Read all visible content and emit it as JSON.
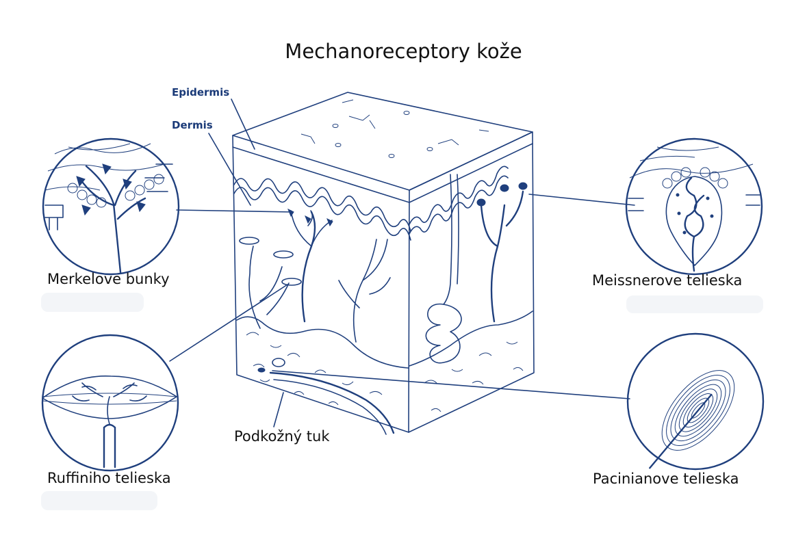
{
  "title": "Mechanoreceptory kože",
  "layers": {
    "epidermis": "Epidermis",
    "dermis": "Dermis"
  },
  "labels": {
    "merkel": "Merkelove bunky",
    "meissner": "Meissnerove telieska",
    "ruffini": "Ruffiniho telieska",
    "subcutaneous": "Podkožný tuk",
    "pacinian": "Pacinianove telieska"
  },
  "colors": {
    "ink": "#1f3f7d",
    "text": "#111111",
    "background": "#ffffff"
  }
}
